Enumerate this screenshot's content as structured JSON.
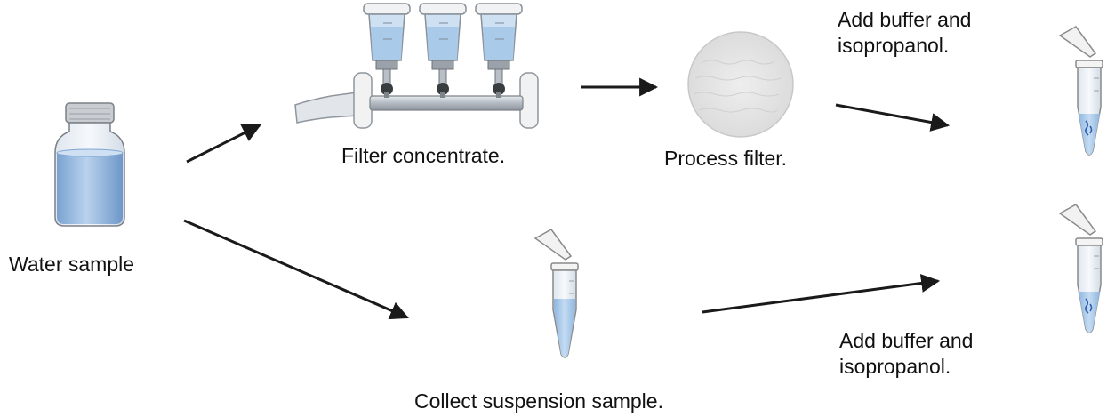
{
  "labels": {
    "water_sample": "Water sample",
    "filter_concentrate": "Filter concentrate.",
    "process_filter": "Process filter.",
    "add_buffer_top": "Add buffer and isopropanol.",
    "add_buffer_bottom": "Add buffer and isopropanol.",
    "collect_suspension": "Collect suspension sample."
  },
  "colors": {
    "arrow": "#1a1a1a",
    "water": "#a9c6e6",
    "water_dark": "#7fa6d3",
    "glass": "#e8eef4",
    "metal": "#c7cdd3",
    "filter_disc": "#e6e6e6"
  },
  "icons": [
    "bottle-icon",
    "filter-manifold-icon",
    "filter-disc-icon",
    "tube-icon"
  ]
}
